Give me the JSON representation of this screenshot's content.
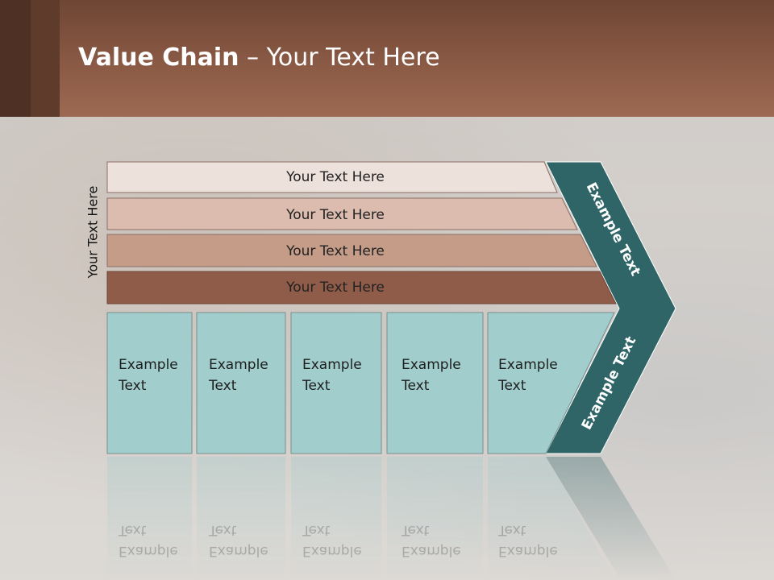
{
  "header": {
    "title_bold": "Value Chain",
    "title_rest": " – Your Text Here"
  },
  "side_label": "Your Text Here",
  "bars": [
    {
      "label": "Your Text Here",
      "color": "#ede1dc"
    },
    {
      "label": "Your Text Here",
      "color": "#dbbcae"
    },
    {
      "label": "Your Text Here",
      "color": "#c49c88"
    },
    {
      "label": "Your Text Here",
      "color": "#8f5c49"
    }
  ],
  "arrow": {
    "upper_label": "Example Text",
    "lower_label": "Example Text",
    "color": "#2f6567"
  },
  "cells": [
    {
      "line1": "Example",
      "line2": "Text"
    },
    {
      "line1": "Example",
      "line2": "Text"
    },
    {
      "line1": "Example",
      "line2": "Text"
    },
    {
      "line1": "Example",
      "line2": "Text"
    },
    {
      "line1": "Example",
      "line2": "Text"
    }
  ],
  "colors": {
    "header": "#8a5a45",
    "cell_fill": "#a1cdcd",
    "arrow": "#2f6567"
  }
}
